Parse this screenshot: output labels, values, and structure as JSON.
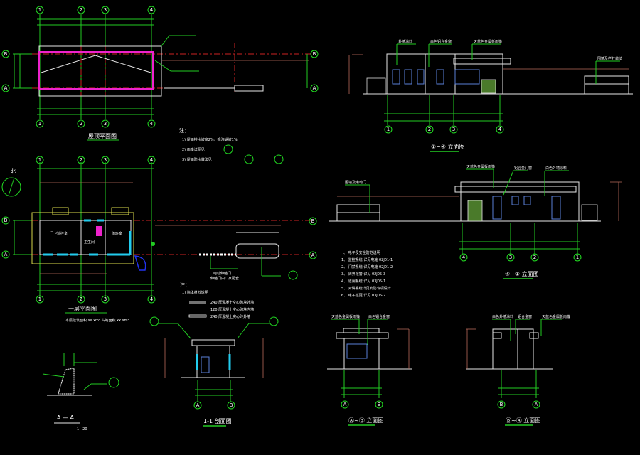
{
  "drawing": {
    "background_color": "#000000",
    "colors": {
      "axis_green": "#22cc22",
      "wall_white": "#e6e6e6",
      "centerline_red": "#cc2222",
      "dim_brown": "#b86a5a",
      "roof_magenta": "#ee22cc",
      "window_cyan": "#22ccee",
      "canopy_yellow": "#d8d84a",
      "glazing_blue": "#5a7fd8",
      "door_green_fill": "#4a7a2a"
    }
  },
  "axes": {
    "numbered": [
      "1",
      "2",
      "3",
      "4"
    ],
    "lettered": [
      "A",
      "B"
    ]
  },
  "views": {
    "roof_plan": {
      "title": "屋顶平面图"
    },
    "roof_notes": {
      "heading": "注：",
      "lines": [
        "1) 屋面排水坡度2%，檐沟纵坡1%",
        "2) 雨篷详图见",
        "3) 屋面防水做法见"
      ]
    },
    "north": {
      "label": "北"
    },
    "ground_plan": {
      "title": "一层平面图",
      "area_note": "本层建筑面积 xx.xm²   占地面积 xx.xm²",
      "rooms": [
        "门卫监控室",
        "值班室",
        "卫生间"
      ]
    },
    "plan_legend": {
      "heading": "注：",
      "subheading": "1) 墙体材料说明",
      "items": [
        "240 厚混凝土空心砌块外墙",
        "120 厚混凝土空心砌块内墙",
        "240 厚混凝土实心砖外墙"
      ]
    },
    "gate_labels": {
      "gate": "电动伸缩门",
      "note": "伸缩门由厂家配套"
    },
    "elevation_1_4": {
      "title": "①~④ 立面图",
      "callouts": [
        "外墙涂料",
        "白色铝合金窗",
        "天蓝色金属板雨篷",
        "围墙及栏杆做法"
      ]
    },
    "elevation_4_1": {
      "title": "④~① 立面图",
      "callouts": [
        "天蓝色金属板雨篷",
        "铝合金门窗",
        "白色外墙涂料",
        "围墙及电动门"
      ]
    },
    "door_window_notes": {
      "heading": "一、 电子及安全防范说明",
      "items": [
        "1、 监控系统 详见电施 02J01-1",
        "2、 门禁系统 详见电施 02J01-2",
        "3、 周界报警 详见 02J05-3",
        "4、 道闸系统 详见 03J05-1",
        "5、 对讲系统详见安防专项设计",
        "6、 电子巡更 详见 03J05-2"
      ]
    },
    "section_aa": {
      "title": "A — A",
      "note": "1：20"
    },
    "section_11": {
      "title": "1-1 剖面图"
    },
    "elevation_a_b": {
      "title": "Ⓐ~Ⓑ 立面图",
      "callouts": [
        "天蓝色金属板雨篷",
        "白色铝合金窗"
      ]
    },
    "elevation_b_a": {
      "title": "Ⓑ~Ⓐ 立面图",
      "callouts": [
        "白色外墙涂料",
        "铝合金窗",
        "天蓝色金属板雨篷"
      ]
    }
  }
}
